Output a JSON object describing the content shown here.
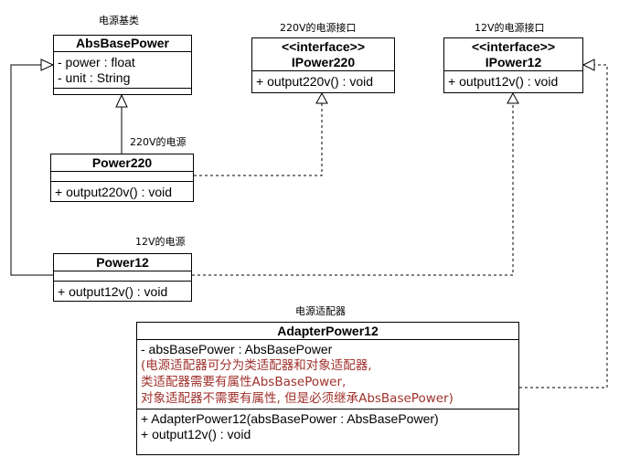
{
  "captions": {
    "base_class": "电源基类",
    "iface220": "220V的电源接口",
    "iface12": "12V的电源接口",
    "power220": "220V的电源",
    "power12": "12V的电源",
    "adapter": "电源适配器"
  },
  "classes": {
    "abs_base_power": {
      "name": "AbsBasePower",
      "attributes": [
        "- power : float",
        "- unit : String"
      ],
      "operations": []
    },
    "ipower220": {
      "stereotype": "<<interface>>",
      "name": "IPower220",
      "operations": [
        "+ output220v() : void"
      ]
    },
    "ipower12": {
      "stereotype": "<<interface>>",
      "name": "IPower12",
      "operations": [
        "+ output12v() : void"
      ]
    },
    "power220": {
      "name": "Power220",
      "operations": [
        "+ output220v() : void"
      ]
    },
    "power12": {
      "name": "Power12",
      "operations": [
        "+ output12v() : void"
      ]
    },
    "adapter_power12": {
      "name": "AdapterPower12",
      "attributes": [
        "- absBasePower : AbsBasePower"
      ],
      "notes": [
        "(电源适配器可分为类适配器和对象适配器,",
        "类适配器需要有属性AbsBasePower,",
        "对象适配器不需要有属性, 但是必须继承AbsBasePower)"
      ],
      "operations": [
        "+ AdapterPower12(absBasePower : AbsBasePower)",
        "+ output12v() : void"
      ]
    }
  },
  "colors": {
    "note_text": "#a0322d",
    "line": "#000000"
  }
}
